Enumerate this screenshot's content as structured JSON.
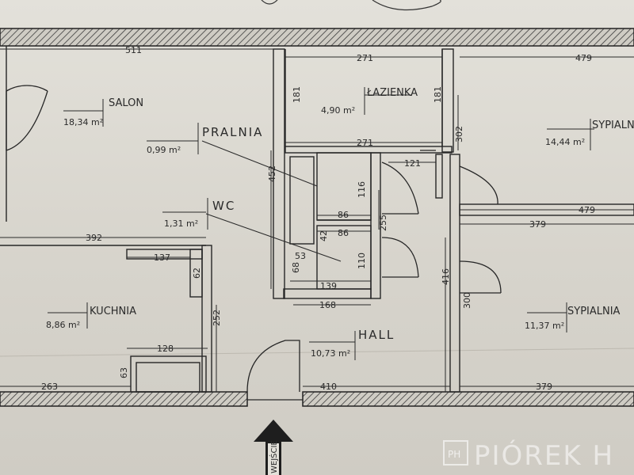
{
  "rooms": {
    "salon": {
      "name": "SALON",
      "area": "18,34 m²"
    },
    "lazienka": {
      "name": "ŁAZIENKA",
      "area": "4,90 m²"
    },
    "pralnia": {
      "name": "PRALNIA",
      "area": "0,99 m²"
    },
    "wc": {
      "name": "WC",
      "area": "1,31 m²"
    },
    "sypialnia1": {
      "name": "SYPIALNIA",
      "area": "14,44 m²"
    },
    "sypialnia2": {
      "name": "SYPIALNIA",
      "area": "11,37 m²"
    },
    "kuchnia": {
      "name": "KUCHNIA",
      "area": "8,86 m²"
    },
    "hall": {
      "name": "HALL",
      "area": "10,73 m²"
    }
  },
  "dimensions": {
    "top_salon": "511",
    "top_bath": "271",
    "top_bed": "479",
    "bath_left": "181",
    "bath_right": "181",
    "bath_bottom": "271",
    "right_302": "302",
    "v452": "452",
    "d121": "121",
    "d116": "116",
    "d86a": "86",
    "d86b": "86",
    "d255": "255",
    "d42": "42",
    "d53": "53",
    "d68": "68",
    "d110": "110",
    "d139": "139",
    "d168": "168",
    "h392": "392",
    "h137": "137",
    "v62": "62",
    "v252": "252",
    "h128": "128",
    "v63": "63",
    "b263": "263",
    "b410": "410",
    "b379": "379",
    "r479": "479",
    "r379": "379",
    "v416": "416",
    "v300": "300"
  },
  "entrance_label": "WEJŚCIE",
  "watermark": {
    "logo": "PH",
    "text": "PIÓREK H"
  }
}
